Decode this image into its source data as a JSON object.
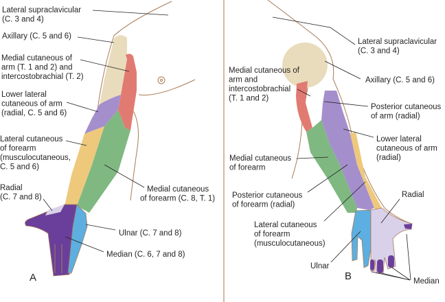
{
  "colors": {
    "axillary": "#e9dcbc",
    "medial_cutaneous_arm": "#e17b72",
    "radial_arm": "#a48fcc",
    "lateral_cutaneous_forearm": "#eec97c",
    "medial_cutaneous_forearm": "#80b882",
    "median": "#6a3f9b",
    "ulnar": "#5cafe0",
    "radial_hand": "#d9d1e9",
    "outline": "#a87a55",
    "divider": "#b58b6b"
  },
  "panel_a": {
    "letter": "A",
    "labels": {
      "lateral_supraclavicular": [
        "Lateral supraclavicular",
        "(C. 3 and 4)"
      ],
      "axillary": [
        "Axillary (C. 5 and 6)"
      ],
      "medial_cutaneous_arm": [
        "Medial cutaneous of",
        "arm (T. 1 and 2) and",
        "intercostobrachial (T. 2)"
      ],
      "lower_lateral_cutaneous_arm": [
        "Lower lateral",
        "cutaneous of arm",
        "(radial, C. 5 and 6)"
      ],
      "lateral_cutaneous_forearm": [
        "Lateral cutaneous",
        "of forearm",
        "(musculocutaneous,",
        "C. 5 and 6)"
      ],
      "radial": [
        "Radial",
        "(C. 7 and 8)"
      ],
      "medial_cutaneous_forearm": [
        "Medial cutaneous",
        "of forearm (C. 8, T. 1)"
      ],
      "ulnar": [
        "Ulnar (C. 7 and 8)"
      ],
      "median": [
        "Median (C. 6, 7 and 8)"
      ]
    }
  },
  "panel_b": {
    "letter": "B",
    "labels": {
      "lateral_supraclavicular": [
        "Lateral supraclavicular",
        "(C. 3 and 4)"
      ],
      "axillary": [
        "Axillary (C. 5 and 6)"
      ],
      "medial_cutaneous_arm": [
        "Medial cutaneous of",
        "arm and",
        "intercostobrachial",
        "(T. 1 and 2)"
      ],
      "posterior_cutaneous_arm": [
        "Posterior cutaneous",
        "of arm (radial)"
      ],
      "lower_lateral_cutaneous_arm": [
        "Lower lateral",
        "cutaneous of arm",
        "(radial)"
      ],
      "medial_cutaneous_forearm": [
        "Medial cutaneous",
        "of forearm"
      ],
      "posterior_cutaneous_forearm": [
        "Posterior cutaneous",
        "of forearm (radial)"
      ],
      "lateral_cutaneous_forearm": [
        "Lateral cutaneous",
        "of forearm",
        "(musculocutaneous)"
      ],
      "radial": [
        "Radial"
      ],
      "ulnar": [
        "Ulnar"
      ],
      "median": [
        "Median"
      ]
    }
  }
}
